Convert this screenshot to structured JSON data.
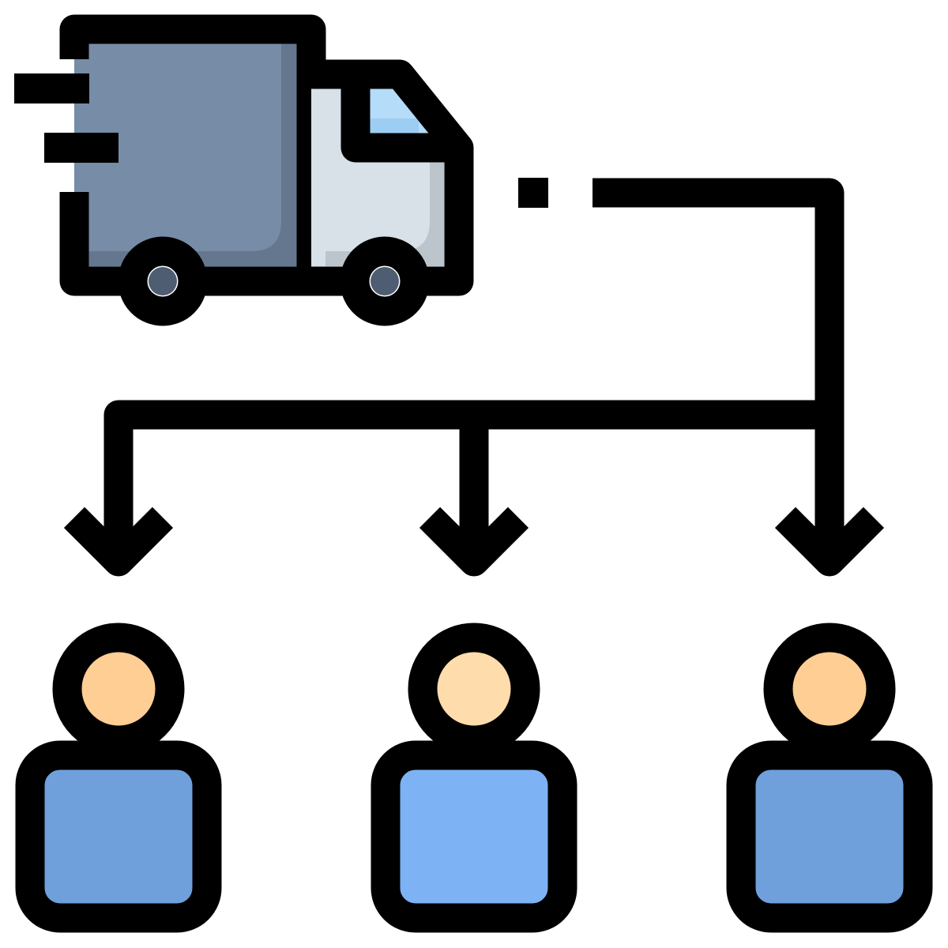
{
  "diagram": {
    "kind": "distribution-icon",
    "source": "delivery truck",
    "recipients": [
      {
        "name": "person-1",
        "colors": {
          "head": "#ffce94",
          "body": "#6fa0db"
        }
      },
      {
        "name": "person-2",
        "colors": {
          "head": "#ffdcab",
          "body": "#7db2f5"
        }
      },
      {
        "name": "person-3",
        "colors": {
          "head": "#ffce94",
          "body": "#6fa0db"
        }
      }
    ]
  },
  "colors": {
    "stroke": "#000000",
    "cargo": "#768ca7",
    "cargo_shadow": "#65778f",
    "cabin": "#d8e0e8",
    "cabin_shadow": "#bdc5cc",
    "window": "#b5dcf8",
    "window_shadow": "#9ccef3",
    "hub": "#4f5d73",
    "background": "#ffffff"
  }
}
